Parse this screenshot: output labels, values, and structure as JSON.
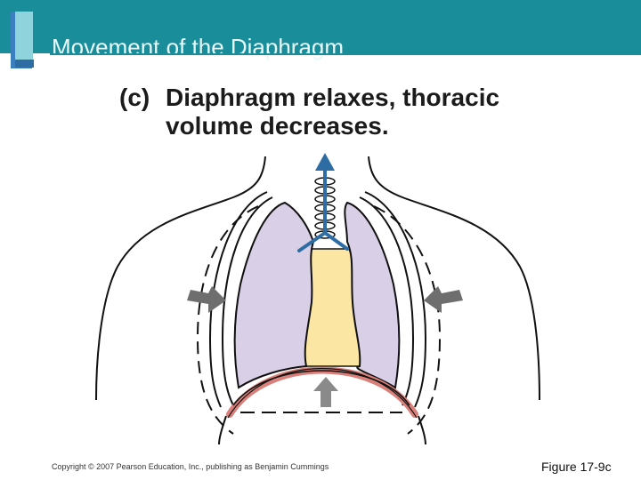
{
  "slide": {
    "title": "Movement of the Diaphragm",
    "figure_label": "(c)",
    "caption": "Diaphragm relaxes, thoracic volume decreases.",
    "copyright": "Copyright © 2007 Pearson Education, Inc., publishing as Benjamin Cummings",
    "figure_id": "Figure 17-9c"
  },
  "colors": {
    "title_bar": "#1a8d9a",
    "lung_fill": "#d9cfe6",
    "mediastinum_fill": "#fbe7a3",
    "diaphragm": "#d9807a",
    "airflow_arrow": "#2e6da4",
    "pressure_arrow": "#8a8a8a"
  }
}
